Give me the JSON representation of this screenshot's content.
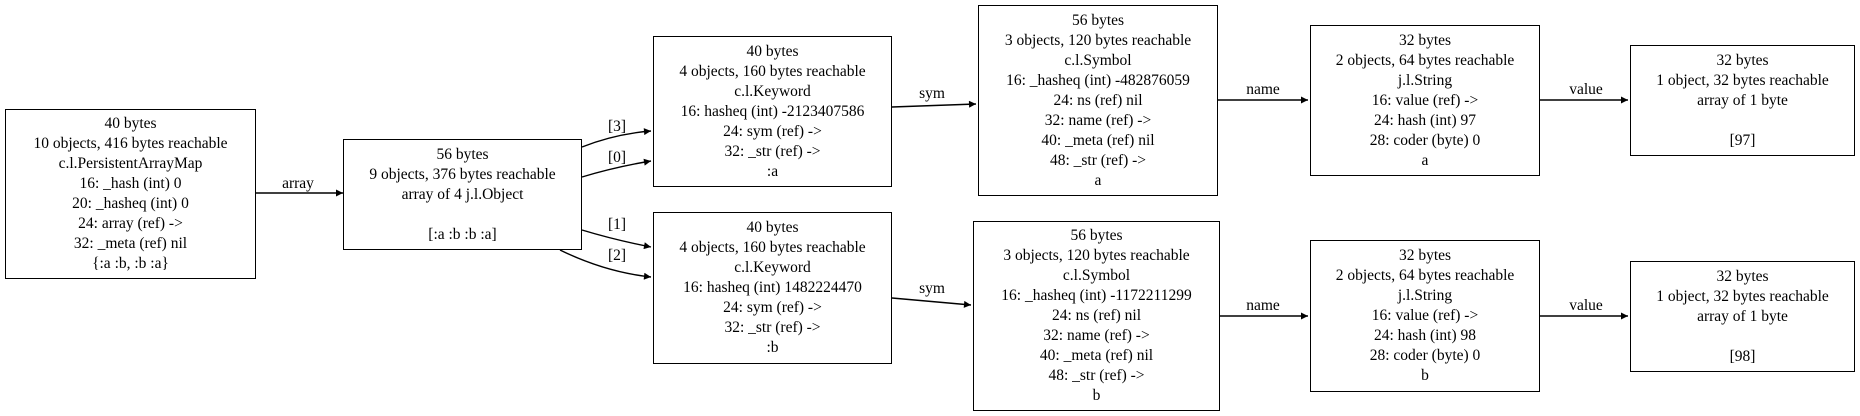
{
  "nodes": {
    "map": {
      "lines": [
        "40 bytes",
        "10 objects, 416 bytes reachable",
        "c.l.PersistentArrayMap",
        "16: _hash (int) 0",
        "20: _hasheq (int) 0",
        "24: array (ref) ->",
        "32: _meta (ref) nil",
        "{:a :b, :b :a}"
      ]
    },
    "array": {
      "lines": [
        "56 bytes",
        "9 objects, 376 bytes reachable",
        "array of 4 j.l.Object",
        "",
        "[:a :b :b :a]"
      ]
    },
    "keyword_a": {
      "lines": [
        "40 bytes",
        "4 objects, 160 bytes reachable",
        "c.l.Keyword",
        "16: hasheq (int) -2123407586",
        "24: sym (ref) ->",
        "32: _str (ref) ->",
        ":a"
      ]
    },
    "keyword_b": {
      "lines": [
        "40 bytes",
        "4 objects, 160 bytes reachable",
        "c.l.Keyword",
        "16: hasheq (int) 1482224470",
        "24: sym (ref) ->",
        "32: _str (ref) ->",
        ":b"
      ]
    },
    "symbol_a": {
      "lines": [
        "56 bytes",
        "3 objects, 120 bytes reachable",
        "c.l.Symbol",
        "16: _hasheq (int) -482876059",
        "24: ns (ref) nil",
        "32: name (ref) ->",
        "40: _meta (ref) nil",
        "48: _str (ref) ->",
        "a"
      ]
    },
    "symbol_b": {
      "lines": [
        "56 bytes",
        "3 objects, 120 bytes reachable",
        "c.l.Symbol",
        "16: _hasheq (int) -1172211299",
        "24: ns (ref) nil",
        "32: name (ref) ->",
        "40: _meta (ref) nil",
        "48: _str (ref) ->",
        "b"
      ]
    },
    "string_a": {
      "lines": [
        "32 bytes",
        "2 objects, 64 bytes reachable",
        "j.l.String",
        "16: value (ref) ->",
        "24: hash (int) 97",
        "28: coder (byte) 0",
        "a"
      ]
    },
    "string_b": {
      "lines": [
        "32 bytes",
        "2 objects, 64 bytes reachable",
        "j.l.String",
        "16: value (ref) ->",
        "24: hash (int) 98",
        "28: coder (byte) 0",
        "b"
      ]
    },
    "bytes_a": {
      "lines": [
        "32 bytes",
        "1 object, 32 bytes reachable",
        "array of 1 byte",
        "",
        "[97]"
      ]
    },
    "bytes_b": {
      "lines": [
        "32 bytes",
        "1 object, 32 bytes reachable",
        "array of 1 byte",
        "",
        "[98]"
      ]
    }
  },
  "edges": [
    {
      "from": "map",
      "to": "array",
      "label": "array"
    },
    {
      "from": "array",
      "to": "keyword_a",
      "label": "[3]"
    },
    {
      "from": "array",
      "to": "keyword_a",
      "label": "[0]"
    },
    {
      "from": "array",
      "to": "keyword_b",
      "label": "[1]"
    },
    {
      "from": "array",
      "to": "keyword_b",
      "label": "[2]"
    },
    {
      "from": "keyword_a",
      "to": "symbol_a",
      "label": "sym"
    },
    {
      "from": "keyword_b",
      "to": "symbol_b",
      "label": "sym"
    },
    {
      "from": "symbol_a",
      "to": "string_a",
      "label": "name"
    },
    {
      "from": "symbol_b",
      "to": "string_b",
      "label": "name"
    },
    {
      "from": "string_a",
      "to": "bytes_a",
      "label": "value"
    },
    {
      "from": "string_b",
      "to": "bytes_b",
      "label": "value"
    }
  ]
}
